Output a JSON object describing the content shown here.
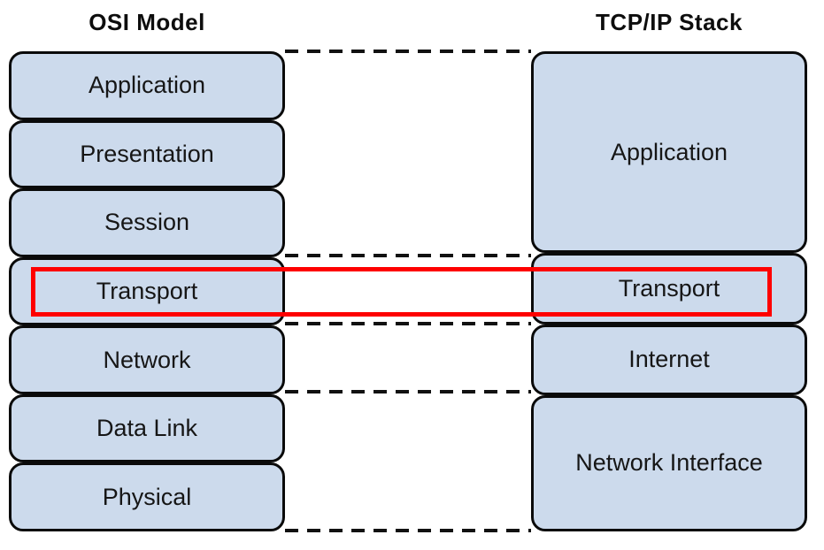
{
  "osi": {
    "title": "OSI Model",
    "layers": [
      "Application",
      "Presentation",
      "Session",
      "Transport",
      "Network",
      "Data Link",
      "Physical"
    ]
  },
  "tcpip": {
    "title": "TCP/IP Stack",
    "layers": [
      "Application",
      "Transport",
      "Internet",
      "Network Interface"
    ]
  },
  "highlight": {
    "highlighted_layer": "Transport",
    "color": "#fe0000"
  },
  "colors": {
    "box_fill": "#ccdaec",
    "box_border": "#0a0a0a",
    "dash_line": "#111111",
    "text": "#161616"
  }
}
